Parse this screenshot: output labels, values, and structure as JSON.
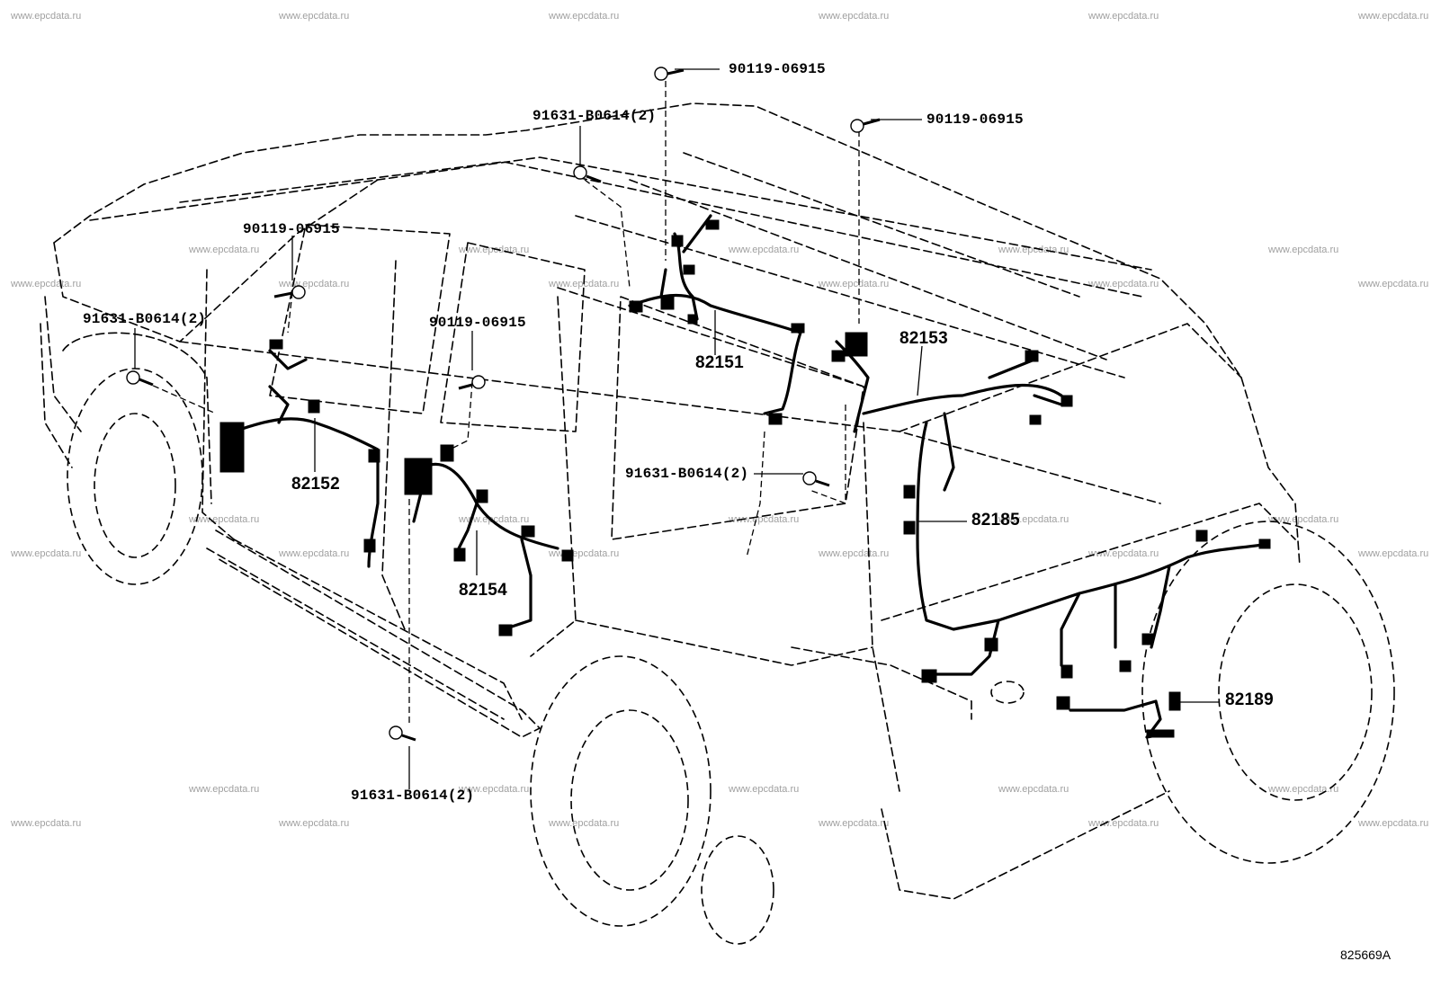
{
  "watermark": "www.epcdata.ru",
  "callouts": {
    "bolt_top_center": "90119-06915",
    "bolt_top_right": "90119-06915",
    "clip_top_center": "91631-B0614(2)",
    "bolt_left_upper": "90119-06915",
    "clip_left": "91631-B0614(2)",
    "bolt_middle": "90119-06915",
    "clip_roof_right": "91631-B0614(2)",
    "clip_bottom": "91631-B0614(2)"
  },
  "harness_labels": {
    "roof": "82151",
    "front_door": "82152",
    "pillar": "82153",
    "rear_door": "82154",
    "back_door": "82185",
    "tailgate": "82189"
  },
  "diagram_code": "825669A"
}
